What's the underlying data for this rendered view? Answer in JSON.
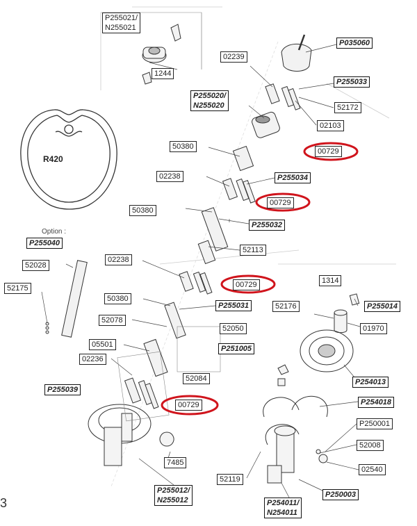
{
  "labels": {
    "p255021": "P255021/\nN255021",
    "n1244": "1244",
    "n02239": "02239",
    "p035060": "P035060",
    "p255033": "P255033",
    "p255020": "P255020/\nN255020",
    "n52172": "52172",
    "n02103": "02103",
    "n50380_a": "50380",
    "n00729_a": "00729",
    "n02238_a": "02238",
    "p255034": "P255034",
    "n00729_b": "00729",
    "n50380_b": "50380",
    "p255032": "P255032",
    "p255040": "P255040",
    "n52113": "52113",
    "n52028": "52028",
    "n02238_b": "02238",
    "n52175": "52175",
    "n00729_c": "00729",
    "n1314": "1314",
    "n50380_c": "50380",
    "p255031": "P255031",
    "n52176": "52176",
    "p255014": "P255014",
    "n52078": "52078",
    "n52050": "52050",
    "n01970": "01970",
    "n05501": "05501",
    "p251005": "P251005",
    "n02236": "02236",
    "n52084": "52084",
    "p254013": "P254013",
    "p255039": "P255039",
    "n00729_d": "00729",
    "p254018": "P254018",
    "p250001": "P250001",
    "n52008": "52008",
    "n7485": "7485",
    "n02540": "02540",
    "n52119": "52119",
    "p255012": "P255012/\nN255012",
    "p250003": "P250003",
    "p254011": "P254011/\nN254011"
  },
  "option_text": "Option :",
  "profile_label": "R420",
  "edge_mark": "3",
  "colors": {
    "highlight": "#d0141c",
    "line": "#333333"
  }
}
